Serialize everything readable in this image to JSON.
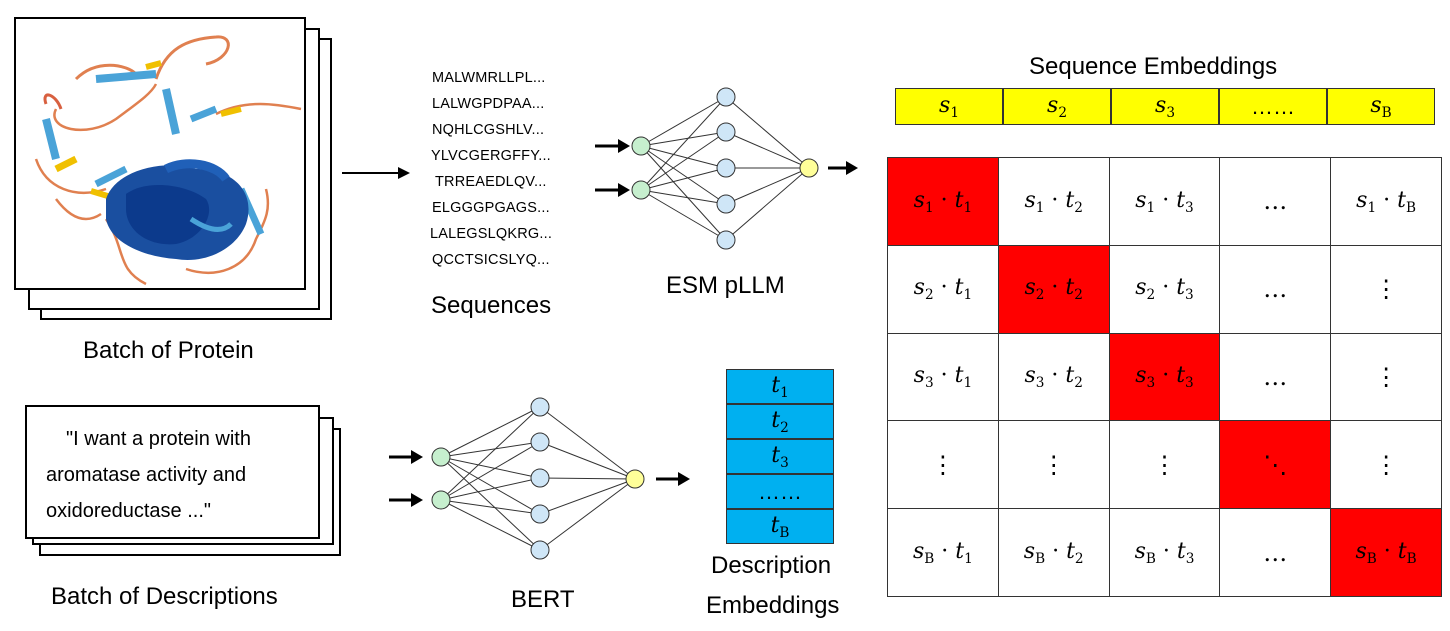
{
  "protein_label": "Batch of Protein",
  "sequences": [
    "MALWMRLLPL...",
    "LALWGPDPAA...",
    "NQHLCGSHLV...",
    "YLVCGERGFFY...",
    "TRREAEDLQV...",
    "ELGGGPGAGS...",
    "LALEGSLQKRG...",
    "QCCTSICSLYQ..."
  ],
  "sequences_label": "Sequences",
  "esm_label": "ESM pLLM",
  "seq_emb_title": "Sequence Embeddings",
  "seq_emb_cells": [
    {
      "v": "s",
      "sub": "1"
    },
    {
      "v": "s",
      "sub": "2"
    },
    {
      "v": "s",
      "sub": "3"
    },
    {
      "v": "……",
      "sub": ""
    },
    {
      "v": "s",
      "sub": "B"
    }
  ],
  "description_text": [
    "\"I want a protein with",
    "aromatase activity and",
    "oxidoreductase ...\""
  ],
  "descriptions_label": "Batch of Descriptions",
  "bert_label": "BERT",
  "desc_emb_cells": [
    {
      "v": "t",
      "sub": "1"
    },
    {
      "v": "t",
      "sub": "2"
    },
    {
      "v": "t",
      "sub": "3"
    },
    {
      "v": "……",
      "sub": ""
    },
    {
      "v": "t",
      "sub": "B"
    }
  ],
  "desc_emb_label": [
    "Description",
    "Embeddings"
  ],
  "matrix": [
    [
      {
        "a": "s",
        "as": "1",
        "b": "t",
        "bs": "1",
        "hl": true
      },
      {
        "a": "s",
        "as": "1",
        "b": "t",
        "bs": "2"
      },
      {
        "a": "s",
        "as": "1",
        "b": "t",
        "bs": "3"
      },
      {
        "text": "…"
      },
      {
        "a": "s",
        "as": "1",
        "b": "t",
        "bs": "B"
      }
    ],
    [
      {
        "a": "s",
        "as": "2",
        "b": "t",
        "bs": "1"
      },
      {
        "a": "s",
        "as": "2",
        "b": "t",
        "bs": "2",
        "hl": true
      },
      {
        "a": "s",
        "as": "2",
        "b": "t",
        "bs": "3"
      },
      {
        "text": "…"
      },
      {
        "text": "⋮"
      }
    ],
    [
      {
        "a": "s",
        "as": "3",
        "b": "t",
        "bs": "1"
      },
      {
        "a": "s",
        "as": "3",
        "b": "t",
        "bs": "2"
      },
      {
        "a": "s",
        "as": "3",
        "b": "t",
        "bs": "3",
        "hl": true
      },
      {
        "text": "…"
      },
      {
        "text": "⋮"
      }
    ],
    [
      {
        "text": "⋮"
      },
      {
        "text": "⋮"
      },
      {
        "text": "⋮"
      },
      {
        "text": "⋱",
        "hl": true
      },
      {
        "text": "⋮"
      }
    ],
    [
      {
        "a": "s",
        "as": "B",
        "b": "t",
        "bs": "1"
      },
      {
        "a": "s",
        "as": "B",
        "b": "t",
        "bs": "2"
      },
      {
        "a": "s",
        "as": "B",
        "b": "t",
        "bs": "3"
      },
      {
        "text": "…"
      },
      {
        "a": "s",
        "as": "B",
        "b": "t",
        "bs": "B",
        "hl": true
      }
    ]
  ],
  "colors": {
    "seq_emb_fill": "#ffff00",
    "desc_emb_fill": "#00b0f0",
    "diag_fill": "#ff0000",
    "input_node": "#c6efce",
    "hidden_node": "#cfe6f7",
    "output_node": "#ffff99"
  }
}
